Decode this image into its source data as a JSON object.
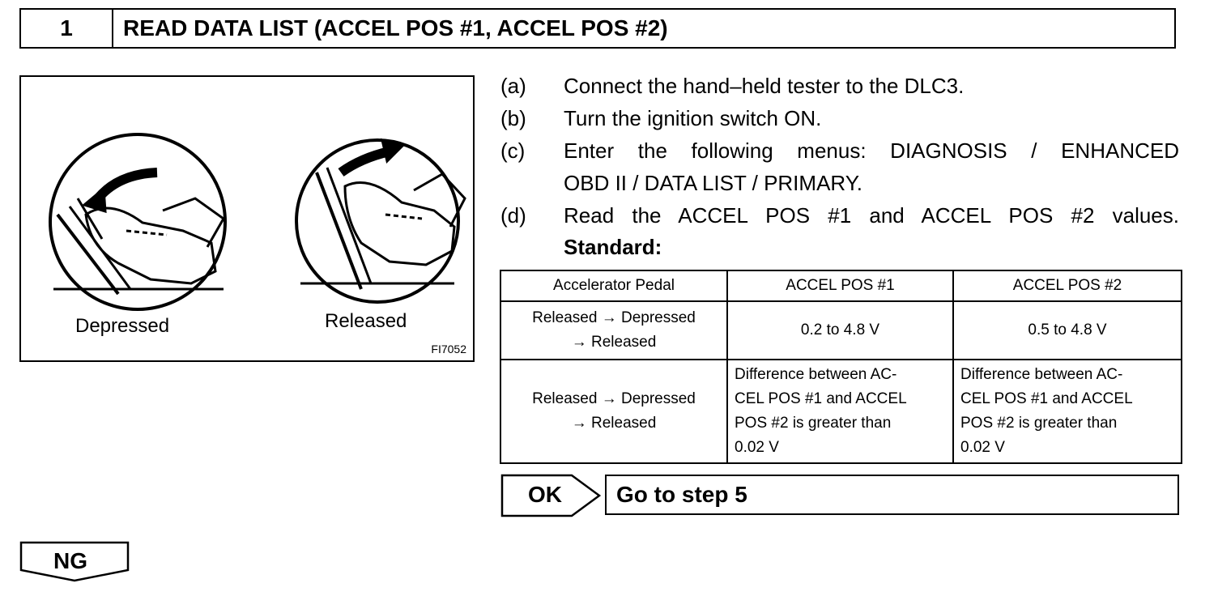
{
  "header": {
    "step_number": "1",
    "title": "READ DATA LIST (ACCEL POS #1, ACCEL POS #2)"
  },
  "illustration": {
    "caption_depressed": "Depressed",
    "caption_released": "Released",
    "figure_code": "FI7052",
    "icons": [
      "pedal-depressed-icon",
      "pedal-released-icon"
    ]
  },
  "steps": [
    {
      "letter": "(a)",
      "lines": [
        "Connect the hand–held tester to the DLC3."
      ]
    },
    {
      "letter": "(b)",
      "lines": [
        "Turn the ignition switch ON."
      ]
    },
    {
      "letter": "(c)",
      "lines": [
        "Enter the following menus: DIAGNOSIS / ENHANCED",
        "OBD II / DATA LIST / PRIMARY."
      ]
    },
    {
      "letter": "(d)",
      "lines": [
        "Read the ACCEL POS #1 and ACCEL POS #2 values."
      ]
    }
  ],
  "standard_label": "Standard:",
  "table": {
    "headers": [
      "Accelerator Pedal",
      "ACCEL POS #1",
      "ACCEL POS #2"
    ],
    "rows": [
      {
        "pedal": [
          "Released → Depressed",
          "→ Released"
        ],
        "pos1": "0.2 to 4.8 V",
        "pos2": "0.5 to 4.8 V"
      },
      {
        "pedal": [
          "Released → Depressed",
          "→ Released"
        ],
        "pos1": [
          "Difference between AC-",
          "CEL POS #1 and ACCEL",
          "POS #2 is greater than",
          "0.02 V"
        ],
        "pos2": [
          "Difference between AC-",
          "CEL POS #1 and ACCEL",
          "POS #2 is greater than",
          "0.02 V"
        ]
      }
    ]
  },
  "ok": {
    "label": "OK",
    "goto": "Go to step 5"
  },
  "ng": {
    "label": "NG"
  }
}
